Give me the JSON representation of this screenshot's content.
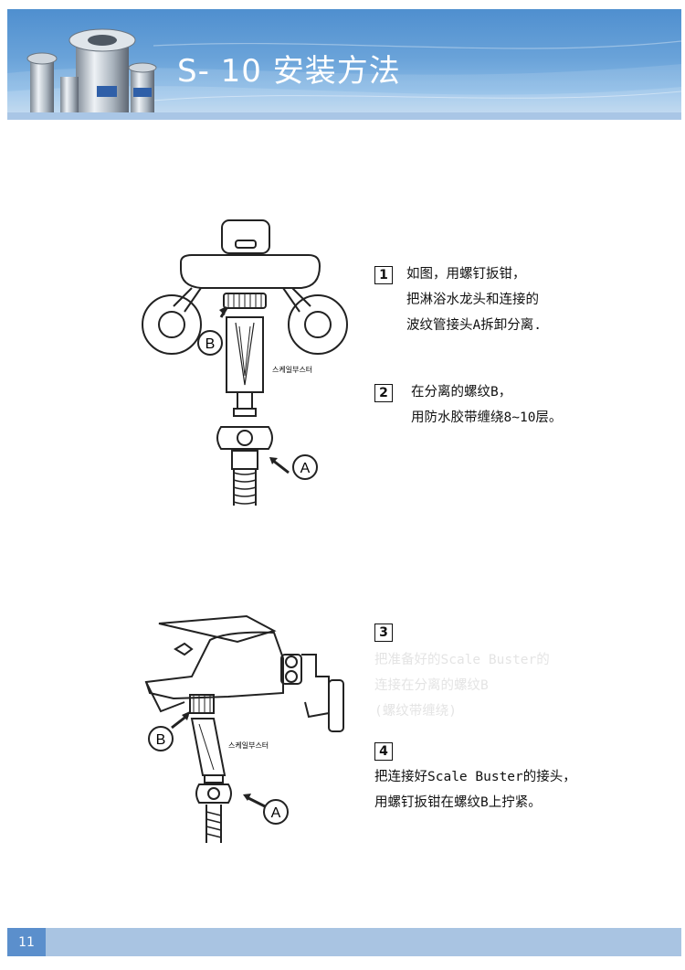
{
  "header": {
    "title": "S- 10 安装方法"
  },
  "diagram_1": {
    "label_a": "A",
    "label_b": "B",
    "product_label": "스케일부스터"
  },
  "diagram_2": {
    "label_a": "A",
    "label_b": "B",
    "product_label": "스케일부스터"
  },
  "steps": [
    {
      "num": "1",
      "lines": [
        "如图，用螺钉扳钳，",
        "把淋浴水龙头和连接的",
        "波纹管接头A拆卸分离."
      ]
    },
    {
      "num": "2",
      "lines": [
        "在分离的螺纹B，",
        "用防水胶带缠绕8~10层。"
      ]
    },
    {
      "num": "3",
      "lines": [
        "把准备好的Scale Buster的",
        "连接在分离的螺纹B",
        "(螺纹带缠绕)"
      ]
    },
    {
      "num": "4",
      "lines": [
        "把连接好Scale Buster的接头，",
        "用螺钉扳钳在螺纹B上拧紧。"
      ]
    }
  ],
  "footer": {
    "page_number": "11"
  }
}
